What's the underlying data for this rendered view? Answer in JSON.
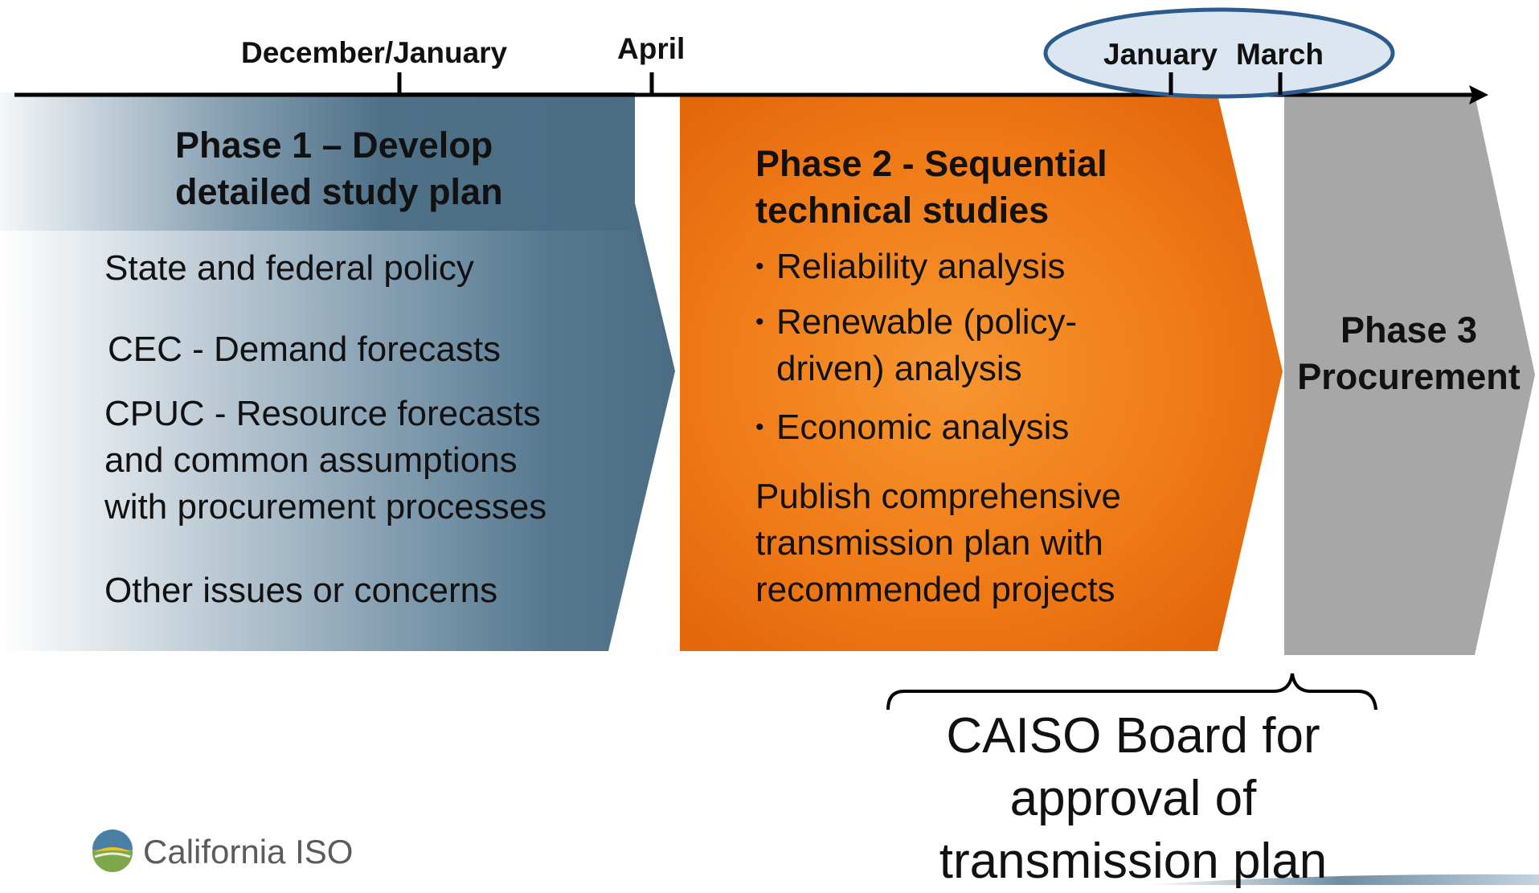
{
  "timeline": {
    "ticks": [
      "December/January",
      "April",
      "January",
      "March"
    ]
  },
  "phase1": {
    "title_line1": "Phase 1 – Develop",
    "title_line2": "detailed study plan",
    "items": [
      "State and federal policy",
      "CEC - Demand forecasts",
      "CPUC - Resource forecasts",
      "and common assumptions",
      "with procurement processes",
      "Other issues or concerns"
    ]
  },
  "phase2": {
    "title_line1": "Phase 2 - Sequential",
    "title_line2": "technical studies",
    "bullets": [
      "Reliability analysis",
      "Renewable (policy-",
      "driven) analysis",
      "Economic analysis"
    ],
    "publish": [
      "Publish comprehensive",
      "transmission plan with",
      "recommended projects"
    ]
  },
  "phase3": {
    "title_line1": "Phase 3",
    "title_line2": "Procurement"
  },
  "board": {
    "line1": "CAISO Board for",
    "line2": "approval of",
    "line3": "transmission plan"
  },
  "logo": {
    "text": "California ISO"
  },
  "colors": {
    "phase1_dark": "#4f7188",
    "phase2_orange": "#ec6f0c",
    "phase2_light": "#f7922f",
    "phase3_gray": "#a7a7a7",
    "ellipse_fill": "#dce6f1",
    "ellipse_stroke": "#2c5b8d"
  }
}
